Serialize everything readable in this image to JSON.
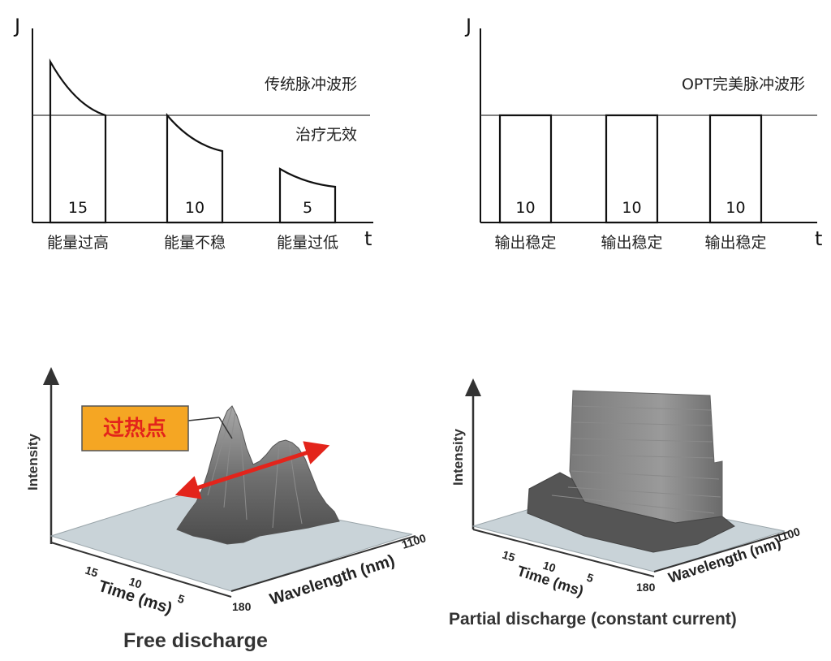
{
  "chart_data": [
    {
      "type": "bar",
      "title": "",
      "ylabel": "J",
      "xlabel": "t",
      "threshold_label_above": "传统脉冲波形",
      "threshold_label_below": "治疗无效",
      "categories": [
        "能量过高",
        "能量不稳",
        "能量过低"
      ],
      "values": [
        15,
        10,
        5
      ],
      "pulse_shape": "decaying"
    },
    {
      "type": "bar",
      "title": "",
      "ylabel": "J",
      "xlabel": "t",
      "threshold_label_above": "OPT完美脉冲波形",
      "categories": [
        "输出稳定",
        "输出稳定",
        "输出稳定"
      ],
      "values": [
        10,
        10,
        10
      ],
      "pulse_shape": "square"
    },
    {
      "type": "surface",
      "caption": "Free discharge",
      "zlabel": "Intensity",
      "time_axis": {
        "label": "Time (ms)",
        "ticks": [
          "15",
          "10",
          "5"
        ],
        "end": "180"
      },
      "wavelength_axis": {
        "label": "Wavelength (nm)",
        "end": "1100"
      },
      "annotation": "过热点"
    },
    {
      "type": "surface",
      "caption": "Partial discharge (constant current)",
      "zlabel": "Intensity",
      "time_axis": {
        "label": "Time (ms)",
        "ticks": [
          "15",
          "10",
          "5"
        ],
        "end": "180"
      },
      "wavelength_axis": {
        "label": "Wavelength (nm)",
        "end": "1100"
      }
    }
  ],
  "colors": {
    "line": "#111111",
    "annotation_red": "#e3241b",
    "annotation_fill": "#f5a623",
    "surface": "#6f6f6f",
    "floor": "#c9d3d8"
  }
}
